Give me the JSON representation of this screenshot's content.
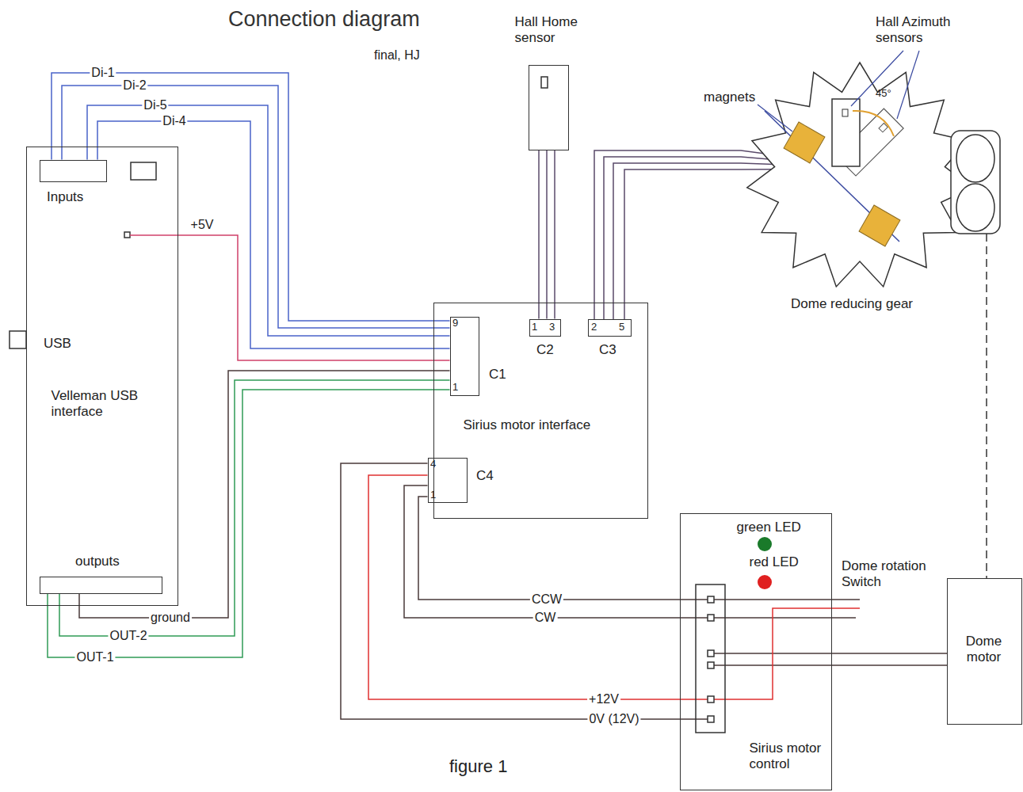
{
  "diagram": {
    "title": "Connection diagram",
    "caption": "figure 1",
    "nodes": [
      {
        "text": [
          "Velleman USB interface"
        ]
      },
      {
        "text": [
          "Inputs"
        ],
        "in": 0
      },
      {
        "text": [
          "outputs"
        ],
        "in": 0
      },
      {
        "text": [
          "Hall Home sensor"
        ]
      },
      {
        "text": [
          "Sirius motor interface"
        ]
      },
      {
        "text": [
          "9",
          "1",
          "C1"
        ],
        "in": 4
      },
      {
        "text": [
          "1",
          "3",
          "C2"
        ],
        "in": 4
      },
      {
        "text": [
          "2",
          "5",
          "C3"
        ],
        "in": 4
      },
      {
        "text": [
          "4",
          "1",
          "C4"
        ],
        "in": 4
      },
      {
        "text": [
          "green LED",
          "red LED",
          "Sirius motor control"
        ]
      },
      {
        "text": [
          "Dome motor"
        ]
      }
    ],
    "edges": [
      {
        "from": 1,
        "to": 5,
        "label": "Di-1",
        "arrow": "none"
      },
      {
        "from": 1,
        "to": 5,
        "label": "Di-2",
        "arrow": "none"
      },
      {
        "from": 1,
        "to": 5,
        "label": "Di-5",
        "arrow": "none"
      },
      {
        "from": 1,
        "to": 5,
        "label": "Di-4",
        "arrow": "none"
      },
      {
        "from": 0,
        "to": 5,
        "label": "+5V",
        "arrow": "none"
      },
      {
        "from": 2,
        "to": 5,
        "label": "ground",
        "arrow": "none"
      },
      {
        "from": 2,
        "to": 5,
        "label": "OUT-2",
        "arrow": "none"
      },
      {
        "from": 2,
        "to": 5,
        "label": "OUT-1",
        "arrow": "none"
      },
      {
        "from": 3,
        "to": 6,
        "arrow": "none"
      },
      {
        "from": 8,
        "to": 9,
        "label": "CCW",
        "arrow": "none"
      },
      {
        "from": 8,
        "to": 9,
        "label": "CW",
        "arrow": "none"
      },
      {
        "from": 8,
        "to": 9,
        "label": "+12V",
        "arrow": "none"
      },
      {
        "from": 8,
        "to": 9,
        "label": "0V (12V)",
        "arrow": "none"
      },
      {
        "from": 9,
        "to": 10,
        "arrow": "none"
      },
      {
        "from": 9,
        "to": 10,
        "arrow": "none"
      }
    ],
    "labels": [
      "final, HJ",
      "USB",
      "magnets",
      "Hall Azimuth sensors",
      "45°",
      "Dome reducing gear",
      "Dome rotation Switch"
    ]
  }
}
